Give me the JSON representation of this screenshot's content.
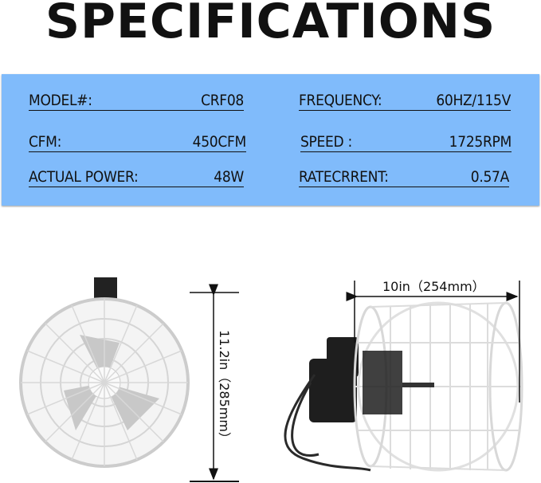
{
  "title": "SPECIFICATIONS",
  "specs": [
    {
      "label": "MODEL#:",
      "value": "CRF08"
    },
    {
      "label": "FREQUENCY:",
      "value": "60HZ/115V"
    },
    {
      "label": "CFM:",
      "value": "450CFM"
    },
    {
      "label": "SPEED :",
      "value": "1725RPM"
    },
    {
      "label": "ACTUAL POWER:",
      "value": "48W"
    },
    {
      "label": "RATECRRENT:",
      "value": "0.57A"
    }
  ],
  "dimensions": {
    "height": "11.2in（285mm）",
    "depth": "10in（254mm）"
  },
  "colors": {
    "spec_box": "#80bbfb",
    "motor": "#1e1e1e",
    "cage": "#e8e8e8"
  }
}
